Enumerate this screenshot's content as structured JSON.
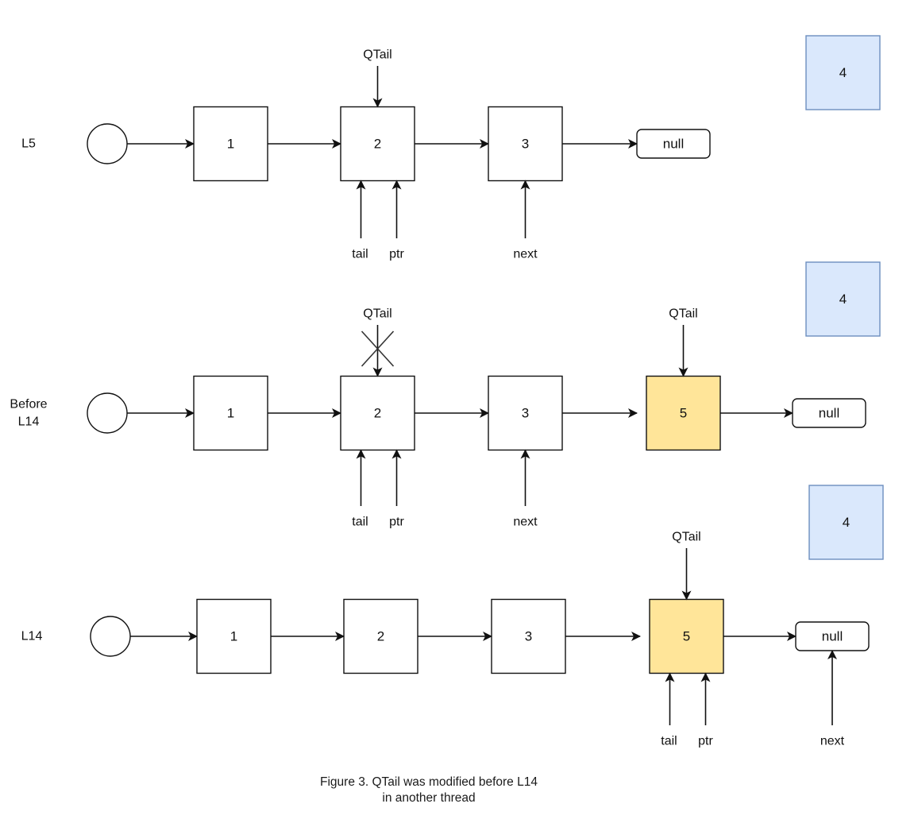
{
  "colors": {
    "stroke": "#111111",
    "node_fill": "#ffffff",
    "new_node_fill": "#ffe599",
    "orphan_node_fill": "#dae8fc",
    "orphan_node_stroke": "#6c8ebf"
  },
  "diagram": {
    "rows": [
      {
        "id": "row-l5",
        "label": "L5",
        "nodes": [
          "1",
          "2",
          "3"
        ],
        "new_node": null,
        "null_label": "null",
        "orphan_node": "4",
        "qtail": {
          "label": "QTail",
          "target": "2",
          "crossed": false
        },
        "old_qtail": null,
        "pointers": [
          {
            "label": "tail",
            "target": "2"
          },
          {
            "label": "ptr",
            "target": "2"
          },
          {
            "label": "next",
            "target": "3"
          }
        ]
      },
      {
        "id": "row-before-l14",
        "label": "Before\nL14",
        "label_lines": [
          "Before",
          "L14"
        ],
        "nodes": [
          "1",
          "2",
          "3"
        ],
        "new_node": "5",
        "null_label": "null",
        "orphan_node": "4",
        "qtail": {
          "label": "QTail",
          "target": "5",
          "crossed": false
        },
        "old_qtail": {
          "label": "QTail",
          "target": "2",
          "crossed": true
        },
        "pointers": [
          {
            "label": "tail",
            "target": "2"
          },
          {
            "label": "ptr",
            "target": "2"
          },
          {
            "label": "next",
            "target": "3"
          }
        ]
      },
      {
        "id": "row-l14",
        "label": "L14",
        "nodes": [
          "1",
          "2",
          "3"
        ],
        "new_node": "5",
        "null_label": "null",
        "orphan_node": "4",
        "qtail": {
          "label": "QTail",
          "target": "5",
          "crossed": false
        },
        "old_qtail": null,
        "pointers": [
          {
            "label": "tail",
            "target": "5"
          },
          {
            "label": "ptr",
            "target": "5"
          },
          {
            "label": "next",
            "target": "null"
          }
        ]
      }
    ]
  },
  "caption": {
    "line1": "Figure 3.   QTail was modified before L14",
    "line2": "in another thread"
  }
}
